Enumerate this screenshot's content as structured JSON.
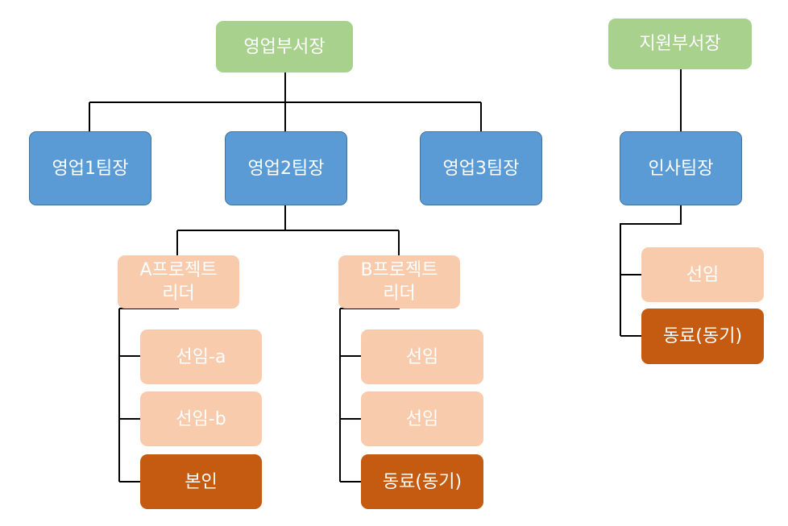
{
  "diagram": {
    "type": "org-chart",
    "colors": {
      "executive": "#a9d18e",
      "team_leader": "#5b9bd5",
      "member": "#f8cbad",
      "highlight": "#c55a11",
      "connector": "#000000"
    },
    "nodes": {
      "sales_vp": "영업부서장",
      "support_vp": "지원부서장",
      "sales_team1": "영업1팀장",
      "sales_team2": "영업2팀장",
      "sales_team3": "영업3팀장",
      "hr_team": "인사팀장",
      "project_a_leader": "A프로젝트\n리더",
      "project_b_leader": "B프로젝트\n리더",
      "a_senior_a": "선임-a",
      "a_senior_b": "선임-b",
      "a_self": "본인",
      "b_senior_1": "선임",
      "b_senior_2": "선임",
      "b_peer": "동료(동기)",
      "hr_senior": "선임",
      "hr_peer": "동료(동기)"
    },
    "edges": [
      [
        "sales_vp",
        "sales_team1"
      ],
      [
        "sales_vp",
        "sales_team2"
      ],
      [
        "sales_vp",
        "sales_team3"
      ],
      [
        "sales_team2",
        "project_a_leader"
      ],
      [
        "sales_team2",
        "project_b_leader"
      ],
      [
        "project_a_leader",
        "a_senior_a"
      ],
      [
        "project_a_leader",
        "a_senior_b"
      ],
      [
        "project_a_leader",
        "a_self"
      ],
      [
        "project_b_leader",
        "b_senior_1"
      ],
      [
        "project_b_leader",
        "b_senior_2"
      ],
      [
        "project_b_leader",
        "b_peer"
      ],
      [
        "support_vp",
        "hr_team"
      ],
      [
        "hr_team",
        "hr_senior"
      ],
      [
        "hr_team",
        "hr_peer"
      ]
    ]
  }
}
